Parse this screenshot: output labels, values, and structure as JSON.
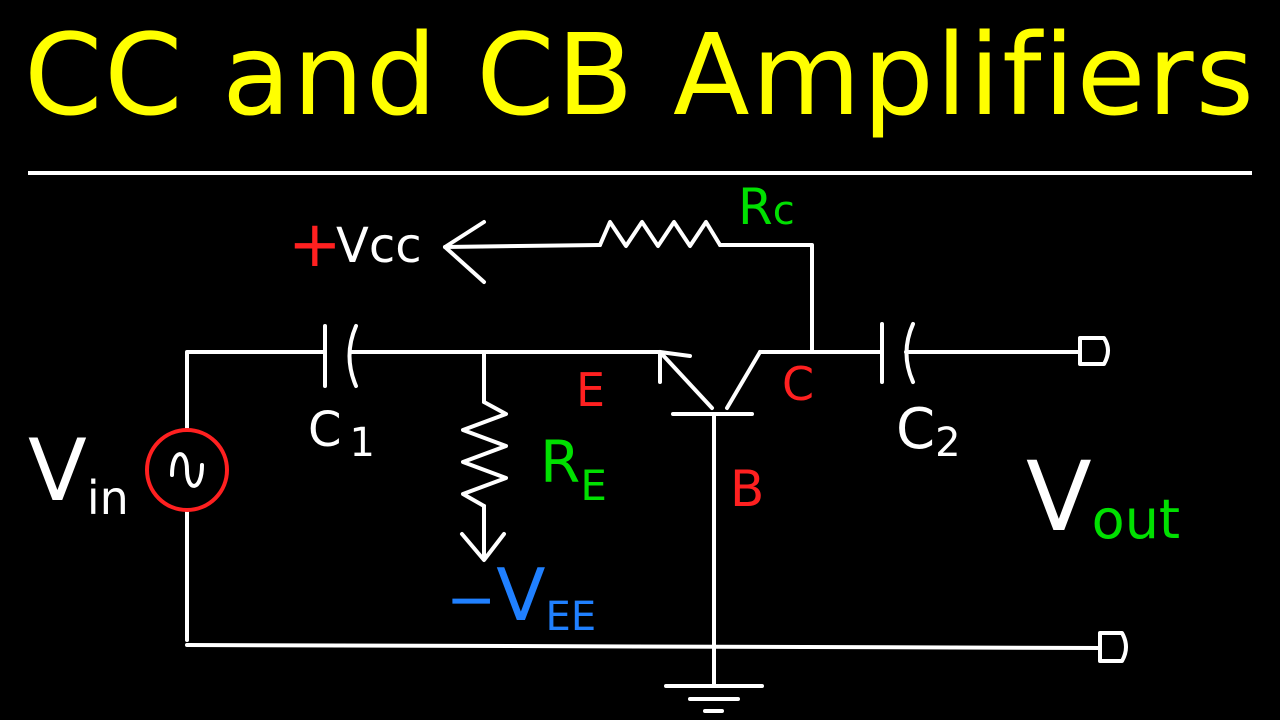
{
  "title": "CC and CB Amplifiers",
  "colors": {
    "background": "#000000",
    "title": "#ffff00",
    "wire": "#ffffff",
    "red": "#ff2020",
    "green": "#00e000",
    "blue": "#2080ff"
  },
  "labels": {
    "vcc_sign": "+",
    "vcc": "Vcc",
    "rc_main": "R",
    "rc_sub": "c",
    "vin_main": "V",
    "vin_sub": "in",
    "c1_main": "C",
    "c1_sub": "1",
    "re_main": "R",
    "re_sub": "E",
    "vee_sign": "−",
    "vee_main": "V",
    "vee_sub": "EE",
    "emitter": "E",
    "collector": "C",
    "base": "B",
    "c2_main": "C",
    "c2_sub": "2",
    "vout_main": "V",
    "vout_sub": "out"
  }
}
